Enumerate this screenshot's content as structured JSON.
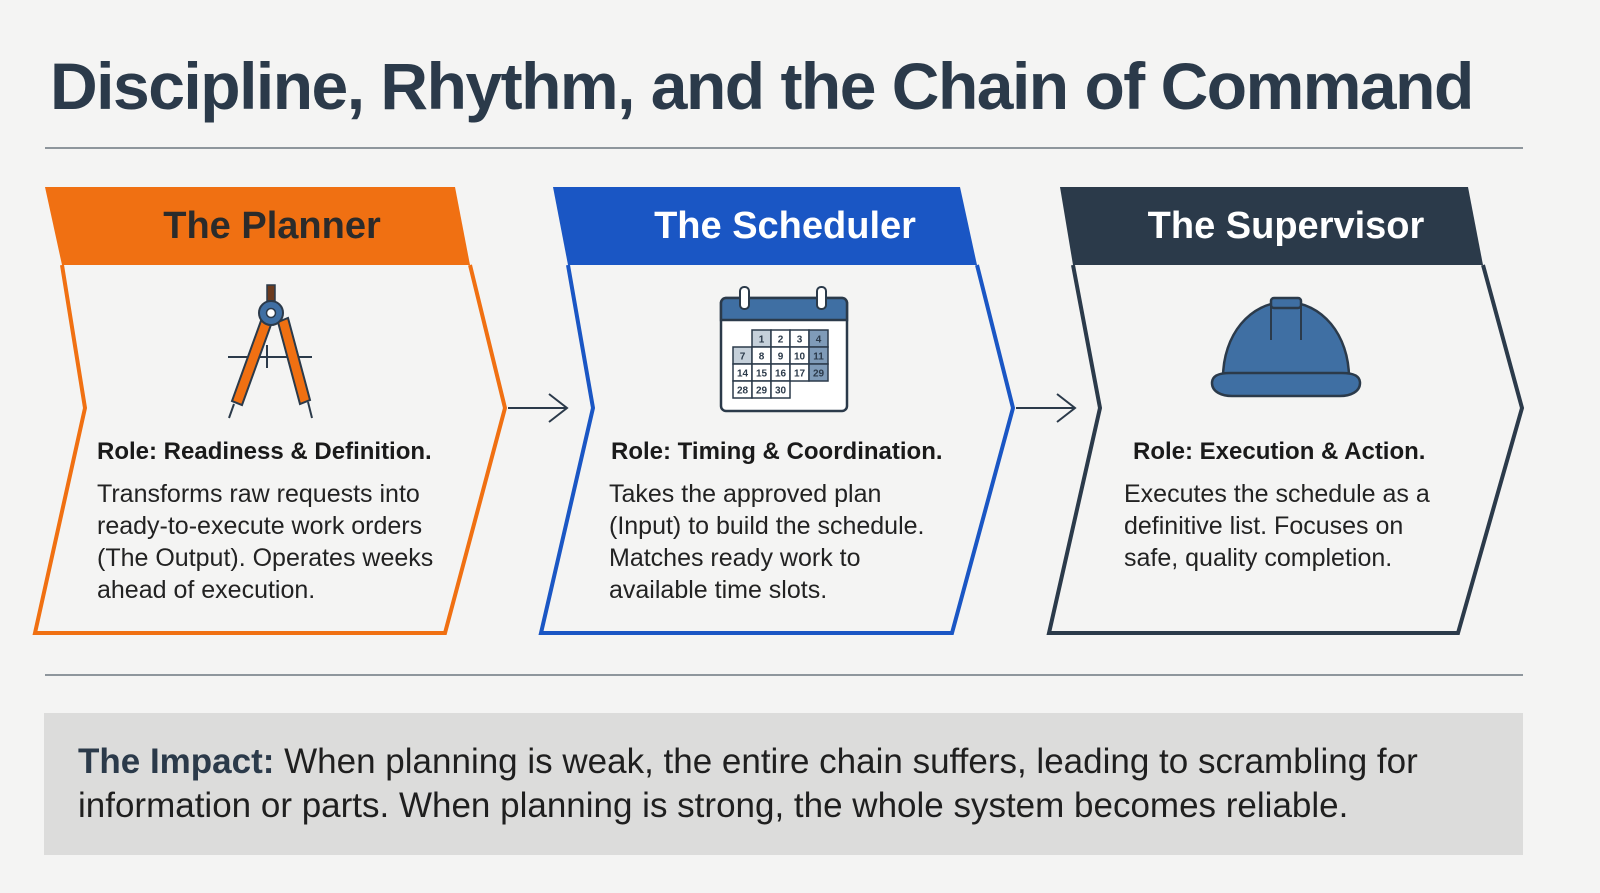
{
  "title": "Discipline, Rhythm, and the Chain of Command",
  "colors": {
    "planner": "#f07012",
    "scheduler": "#1a56c4",
    "supervisor": "#2b3a4a",
    "icon_blue": "#3f6fa3"
  },
  "panels": [
    {
      "header": "The Planner",
      "role": "Role: Readiness & Definition.",
      "description": "Transforms raw requests into ready-to-execute work orders (The Output). Operates weeks ahead of execution.",
      "icon": "drafting-compass-icon"
    },
    {
      "header": "The Scheduler",
      "role": "Role: Timing & Coordination.",
      "description": "Takes the approved plan (Input) to build the schedule. Matches ready work to available time slots.",
      "icon": "calendar-icon"
    },
    {
      "header": "The Supervisor",
      "role": "Role: Execution & Action.",
      "description": "Executes the schedule as a definitive list. Focuses on safe, quality completion.",
      "icon": "hard-hat-icon"
    }
  ],
  "calendar_days": [
    [
      "1",
      "2",
      "3",
      "4"
    ],
    [
      "7",
      "8",
      "9",
      "10",
      "11"
    ],
    [
      "14",
      "15",
      "16",
      "17",
      "29"
    ],
    [
      "28",
      "29",
      "30"
    ]
  ],
  "impact": {
    "label": "The Impact:",
    "text": " When planning is weak, the entire chain suffers, leading to scrambling for information or parts. When planning is strong, the whole system becomes reliable."
  }
}
